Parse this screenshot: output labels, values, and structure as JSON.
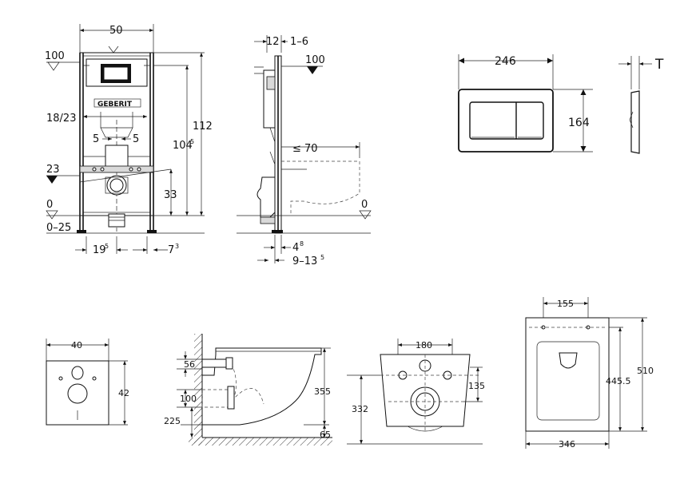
{
  "frame": {
    "width": "50",
    "level_top": "100",
    "height_total": "112",
    "height_inner": "104",
    "height_inner_sup": "5",
    "flush_spacing": "18/23",
    "offset_left": "5",
    "offset_right": "5",
    "level_mid": "23",
    "height_outlet": "33",
    "floor": "0",
    "floor_range": "0–25",
    "foot_left": "19",
    "foot_left_sup": "5",
    "foot_right": "7",
    "foot_right_sup": "3",
    "logo": "GEBERIT"
  },
  "side": {
    "depth_a": "12",
    "depth_b": "1–6",
    "level_top": "100",
    "projection": "≤ 70",
    "floor": "0",
    "bottom_a": "4",
    "bottom_a_sup": "8",
    "bottom_b": "9–13",
    "bottom_b_sup": "5"
  },
  "plate": {
    "width": "246",
    "height": "164",
    "thickness": "T"
  },
  "pad": {
    "width": "40",
    "height": "42"
  },
  "toilet_side": {
    "a": "56",
    "b": "100",
    "c": "225",
    "height": "355",
    "d": "65"
  },
  "toilet_back": {
    "spacing": "180",
    "a": "135",
    "height": "332"
  },
  "toilet_top": {
    "spacing": "155",
    "inner": "445.5",
    "length": "510",
    "width": "346"
  }
}
